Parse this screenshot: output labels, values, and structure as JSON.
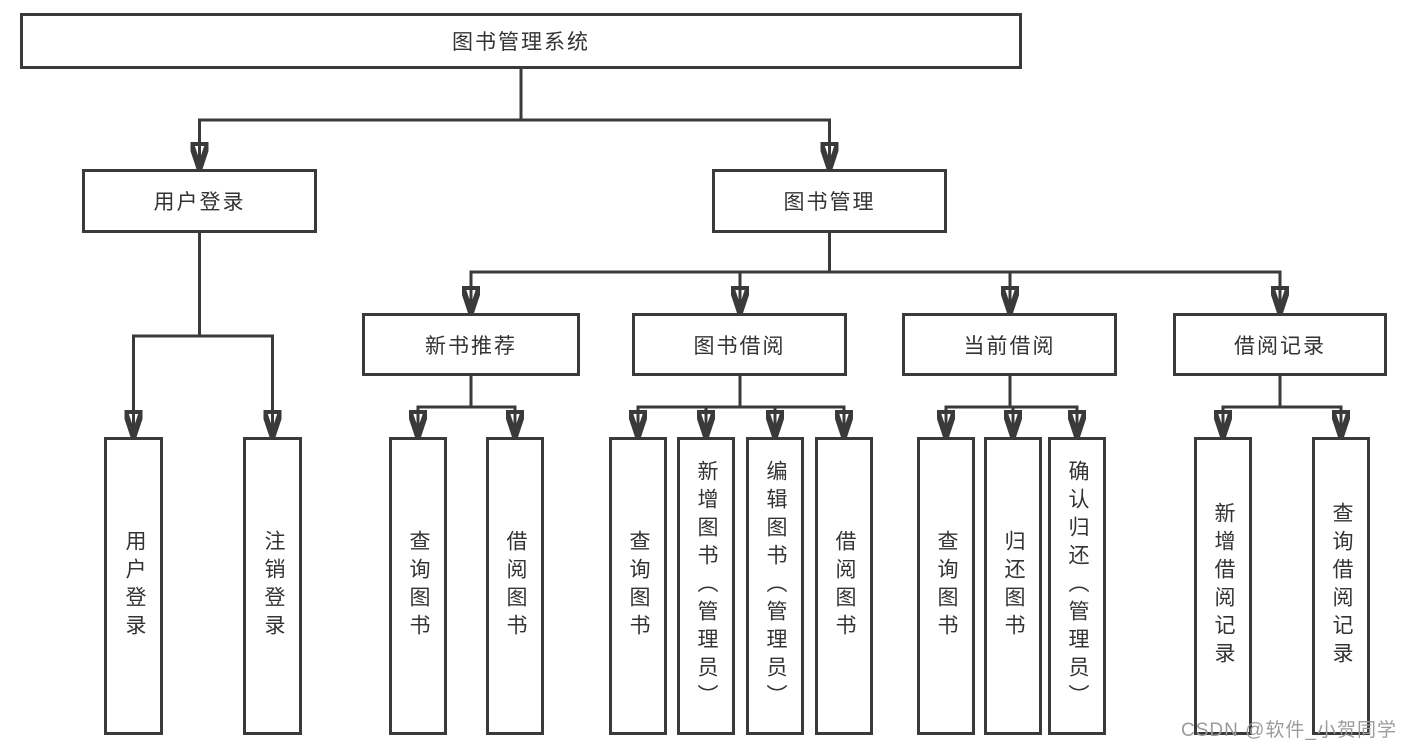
{
  "diagram_title": "图书管理系统",
  "tree": {
    "root": "图书管理系统",
    "branches": [
      {
        "label": "用户登录",
        "children": [
          "用户登录",
          "注销登录"
        ]
      },
      {
        "label": "图书管理",
        "groups": [
          {
            "label": "新书推荐",
            "children": [
              "查询图书",
              "借阅图书"
            ]
          },
          {
            "label": "图书借阅",
            "children": [
              "查询图书",
              "新增图书（管理员）",
              "编辑图书（管理员）",
              "借阅图书"
            ]
          },
          {
            "label": "当前借阅",
            "children": [
              "查询图书",
              "归还图书",
              "确认归还（管理员）"
            ]
          },
          {
            "label": "借阅记录",
            "children": [
              "新增借阅记录",
              "查询借阅记录"
            ]
          }
        ]
      }
    ]
  },
  "watermark": {
    "text": "CSDN @软件_小贺同学"
  },
  "colors": {
    "line": "#3a3a3a",
    "text": "#333333",
    "background": "#ffffff",
    "watermark": "#9c9c9e"
  }
}
